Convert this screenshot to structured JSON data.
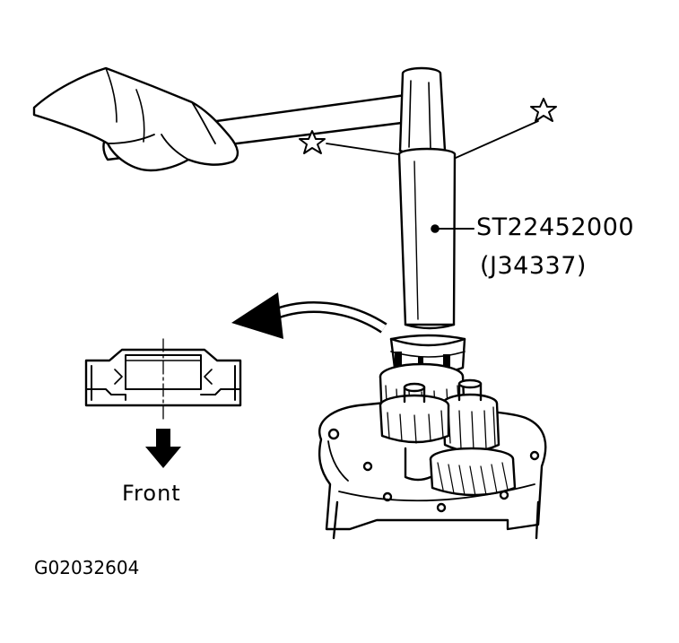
{
  "labels": {
    "tool_number": "ST22452000",
    "tool_alt_number": "(J34337)",
    "direction": "Front",
    "figure_code": "G02032604"
  },
  "colors": {
    "ink": "#000000",
    "paper": "#ffffff"
  }
}
